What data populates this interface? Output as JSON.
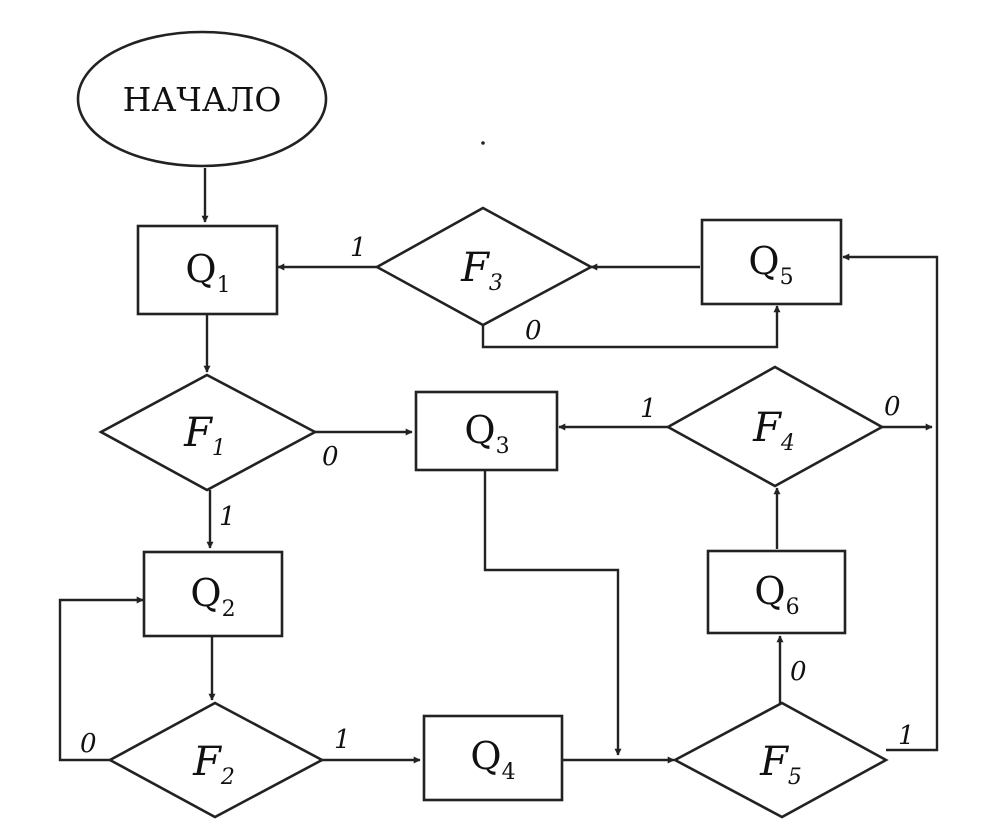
{
  "start": {
    "label": "НАЧАЛО"
  },
  "processes": {
    "q1": {
      "letter": "Q",
      "index": "1"
    },
    "q2": {
      "letter": "Q",
      "index": "2"
    },
    "q3": {
      "letter": "Q",
      "index": "3"
    },
    "q4": {
      "letter": "Q",
      "index": "4"
    },
    "q5": {
      "letter": "Q",
      "index": "5"
    },
    "q6": {
      "letter": "Q",
      "index": "6"
    }
  },
  "decisions": {
    "f1": {
      "letter": "F",
      "index": "1"
    },
    "f2": {
      "letter": "F",
      "index": "2"
    },
    "f3": {
      "letter": "F",
      "index": "3"
    },
    "f4": {
      "letter": "F",
      "index": "4"
    },
    "f5": {
      "letter": "F",
      "index": "5"
    }
  },
  "branches": {
    "f1_true": "1",
    "f1_false": "0",
    "f2_true": "1",
    "f2_false": "0",
    "f3_true": "1",
    "f3_false": "0",
    "f4_true": "1",
    "f4_false": "0",
    "f5_true": "1",
    "f5_false": "0"
  }
}
